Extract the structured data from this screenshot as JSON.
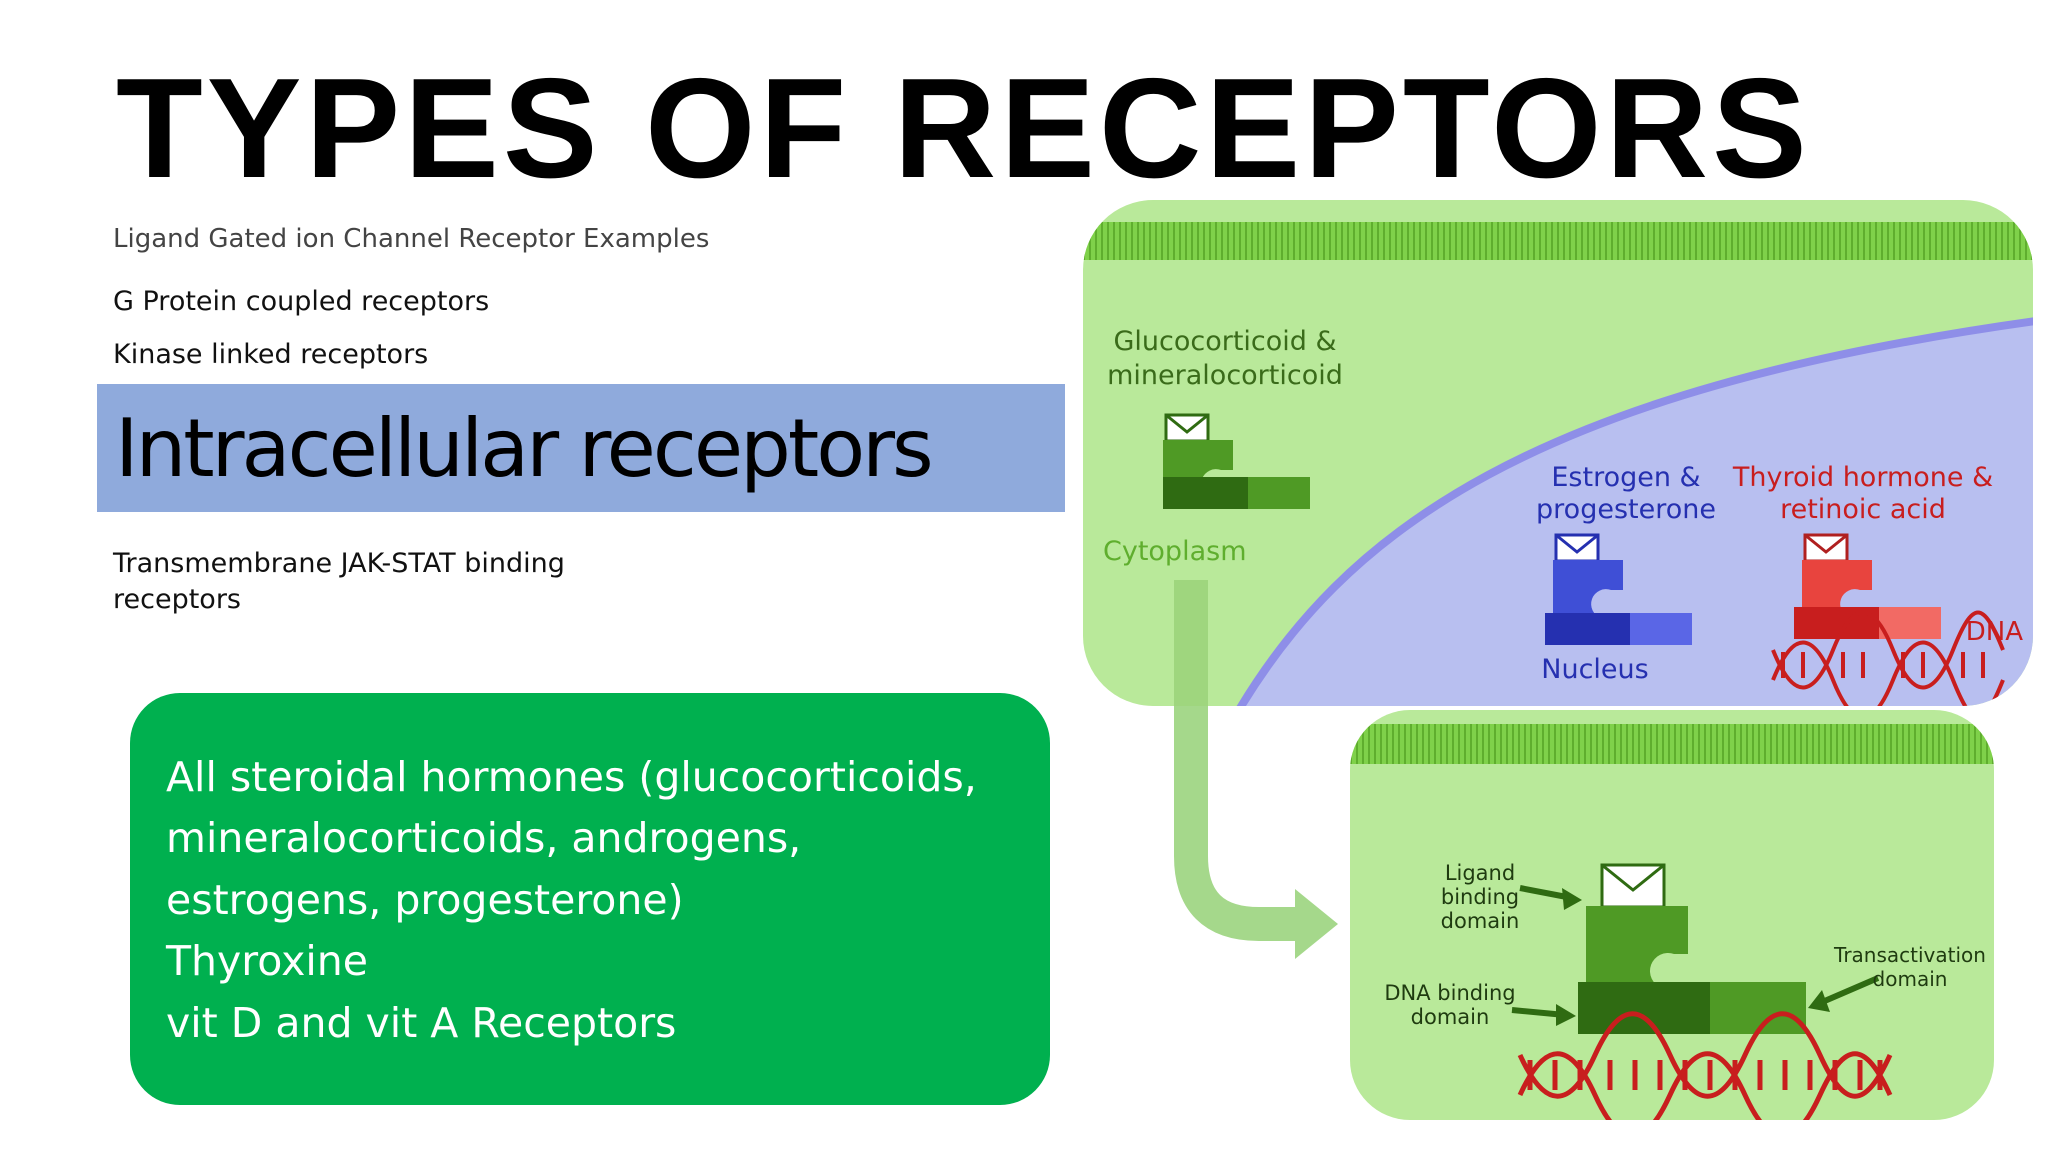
{
  "slide": {
    "title": "TYPES OF RECEPTORS",
    "receptor_types": [
      "Ligand Gated ion Channel Receptor Examples",
      "G Protein coupled receptors",
      "Kinase linked receptors",
      "Intracellular receptors",
      "Transmembrane JAK-STAT binding receptors"
    ],
    "highlight_color": "#8faadc",
    "examples_box": {
      "color": "#00b04f",
      "lines": [
        "All steroidal hormones (glucocorticoids,",
        "mineralocorticoids, androgens,",
        "estrogens, progesterone)",
        "Thyroxine",
        "vit D and vit A Receptors"
      ]
    }
  },
  "diagram_top": {
    "labels": {
      "glucocorticoid": [
        "Glucocorticoid &",
        "mineralocorticoid"
      ],
      "cytoplasm": "Cytoplasm",
      "estrogen": [
        "Estrogen &",
        "progesterone"
      ],
      "thyroid": [
        "Thyroid hormone &",
        "retinoic acid"
      ],
      "nucleus": "Nucleus",
      "dna": "DNA"
    },
    "colors": {
      "cytoplasm": "#b9e99a",
      "membrane": "#7fd14a",
      "nucleus": "#b8bff0",
      "green_receptor": "#4f9a25",
      "blue_receptor": "#3f4fd6",
      "red_receptor": "#e8443e"
    }
  },
  "diagram_bottom": {
    "labels": {
      "ligand": [
        "Ligand",
        "binding",
        "domain"
      ],
      "dna_binding": [
        "DNA binding",
        "domain"
      ],
      "transactivation": [
        "Transactivation",
        "domain"
      ]
    }
  }
}
